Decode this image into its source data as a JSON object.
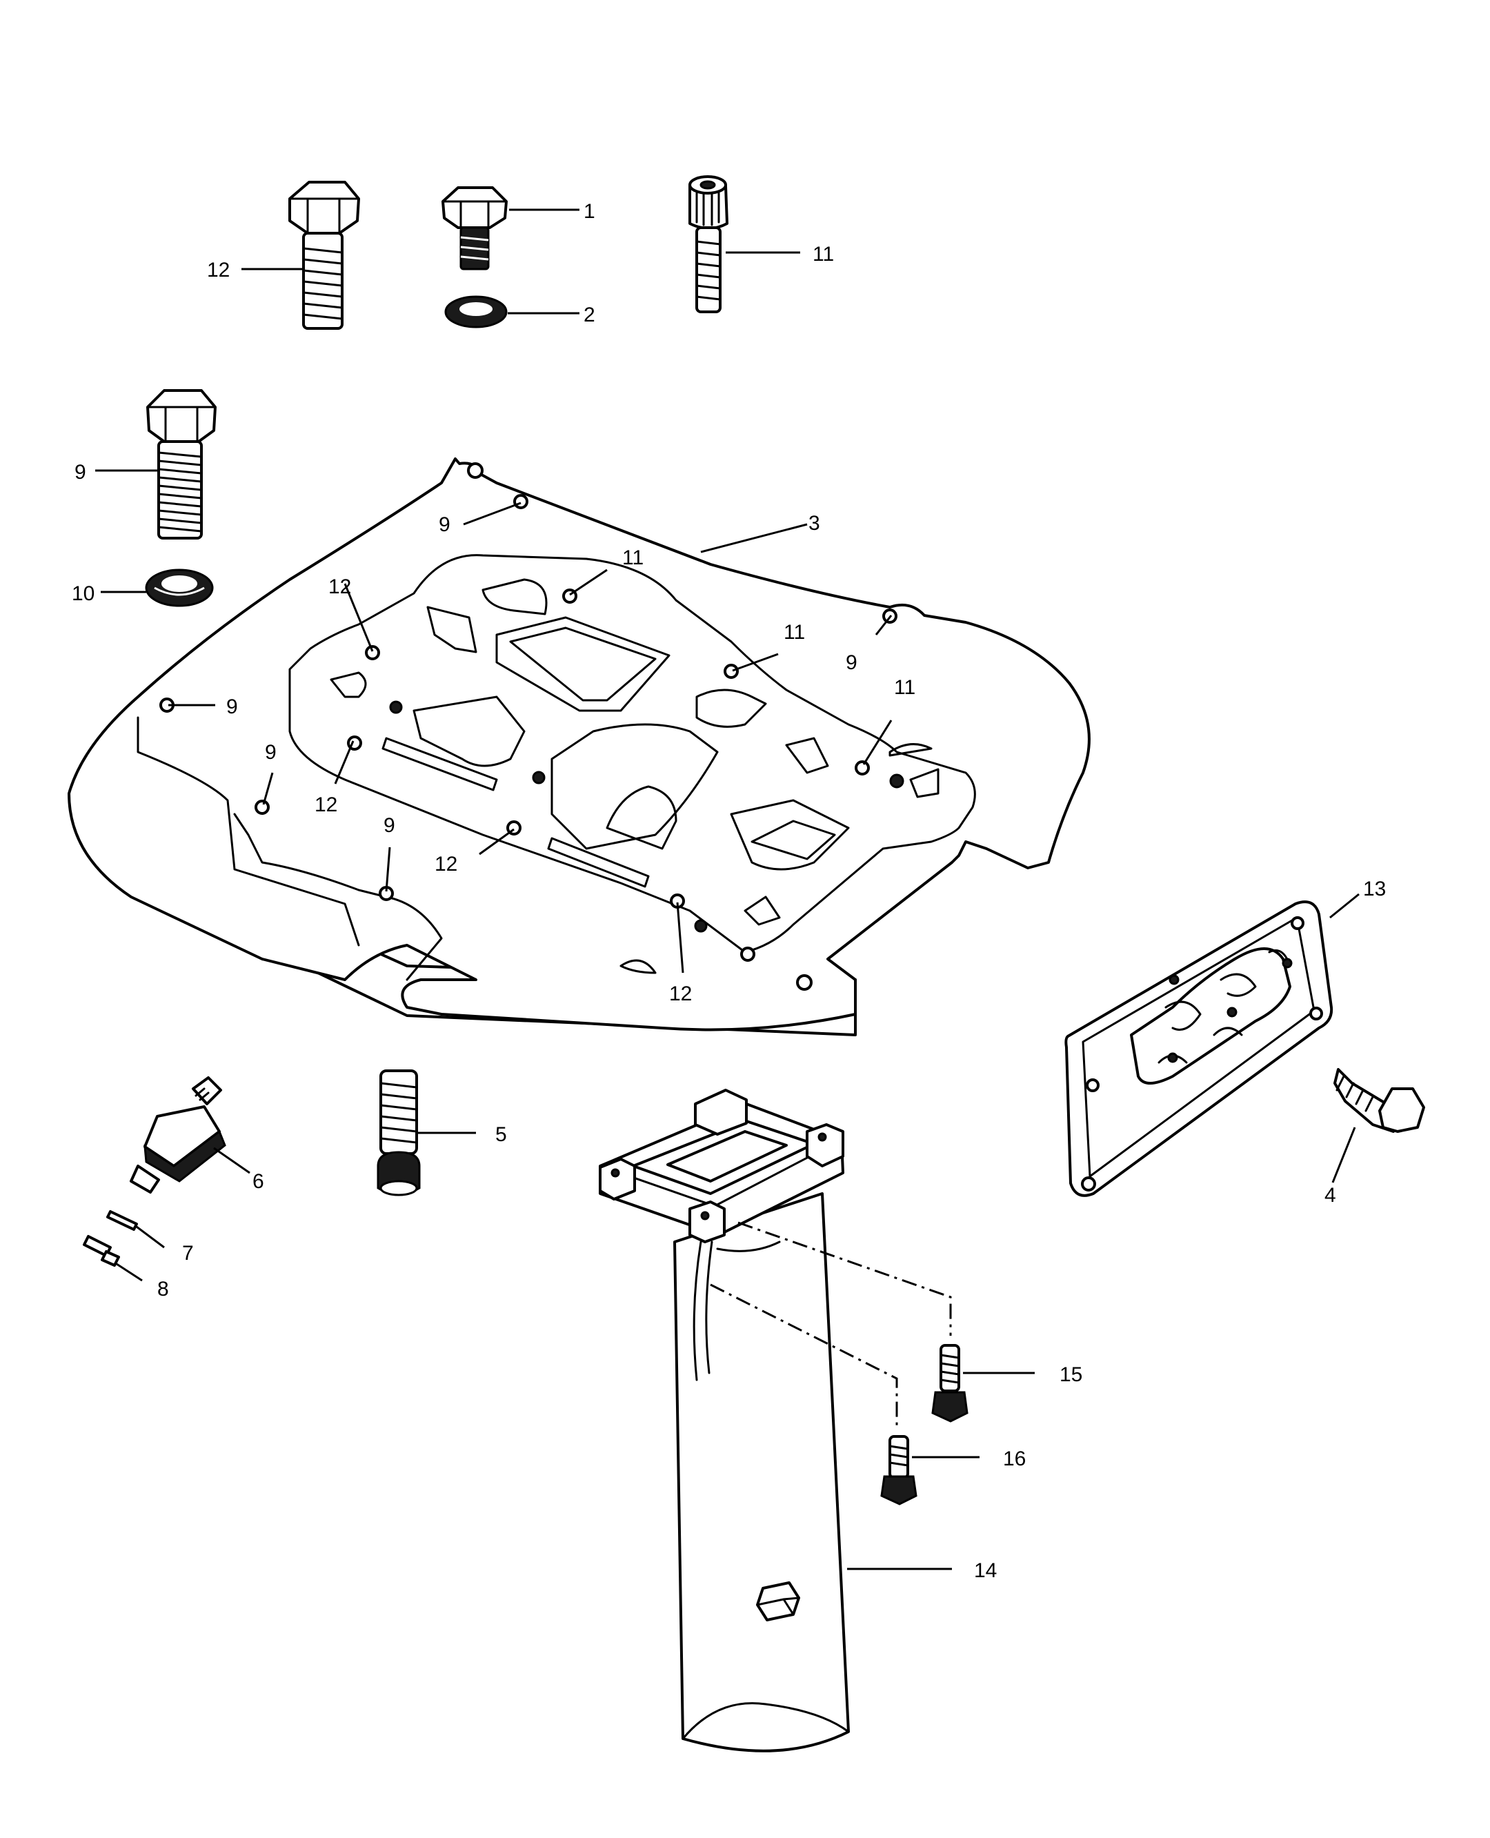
{
  "callouts": {
    "c1": "1",
    "c2": "2",
    "c3": "3",
    "c4": "4",
    "c5": "5",
    "c6": "6",
    "c7": "7",
    "c8": "8",
    "c9": "9",
    "c10": "10",
    "c11": "11",
    "c12": "12",
    "c13": "13",
    "c14": "14",
    "c15": "15",
    "c16": "16"
  },
  "parts": [
    {
      "callout": "1",
      "icon": "hex-bolt-short-icon"
    },
    {
      "callout": "2",
      "icon": "lock-washer-icon"
    },
    {
      "callout": "3",
      "icon": "adapter-plate-icon"
    },
    {
      "callout": "4",
      "icon": "hex-bolt-icon"
    },
    {
      "callout": "5",
      "icon": "stud-bolt-icon"
    },
    {
      "callout": "6",
      "icon": "mount-grommet-icon"
    },
    {
      "callout": "7",
      "icon": "pin-icon"
    },
    {
      "callout": "8",
      "icon": "fitting-icon"
    },
    {
      "callout": "9",
      "icon": "hex-bolt-long-icon"
    },
    {
      "callout": "10",
      "icon": "washer-icon"
    },
    {
      "callout": "11",
      "icon": "socket-head-screw-icon"
    },
    {
      "callout": "12",
      "icon": "hex-bolt-icon"
    },
    {
      "callout": "13",
      "icon": "cover-plate-icon"
    },
    {
      "callout": "14",
      "icon": "exhaust-tube-icon"
    },
    {
      "callout": "15",
      "icon": "screw-icon"
    },
    {
      "callout": "16",
      "icon": "screw-icon"
    }
  ]
}
